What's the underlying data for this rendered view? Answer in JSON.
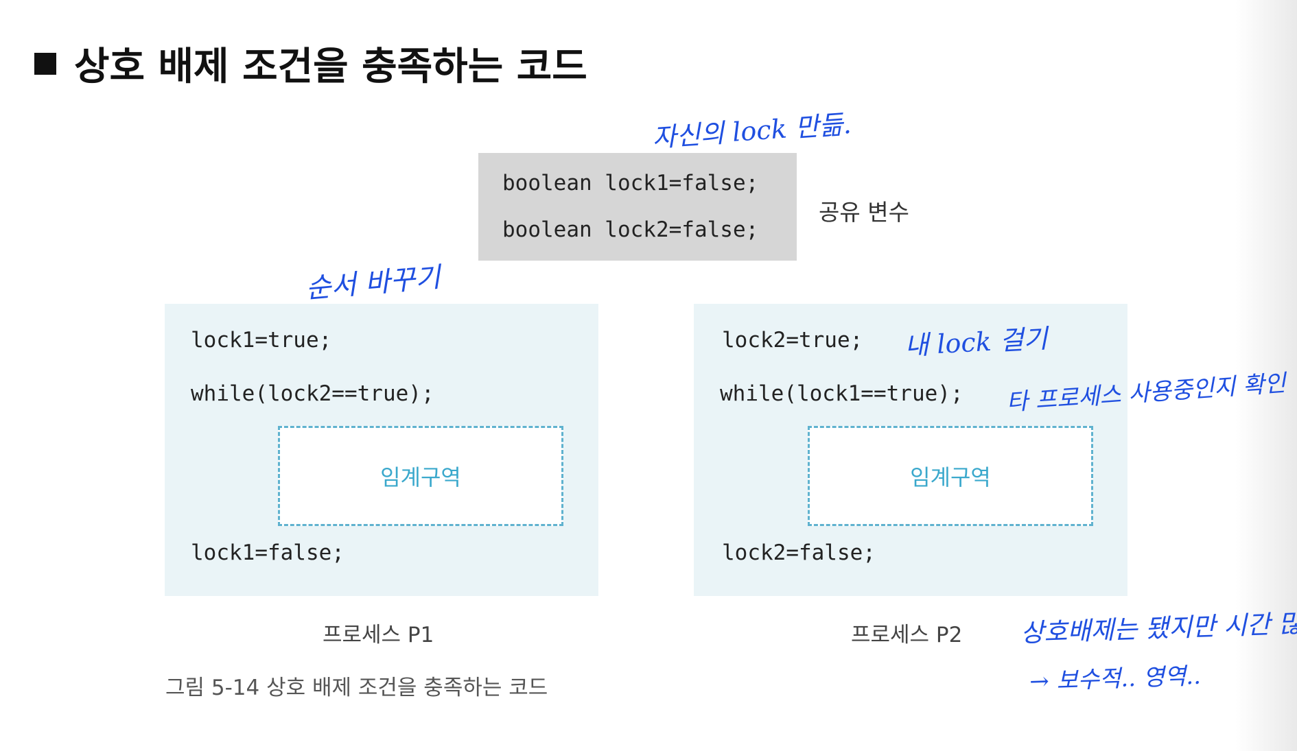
{
  "heading": "상호 배제 조건을 충족하는 코드",
  "shared": {
    "line1": "boolean lock1=false;",
    "line2": "boolean lock2=false;",
    "label": "공유 변수"
  },
  "p1": {
    "line1": "lock1=true;",
    "line2": "while(lock2==true);",
    "critical": "임계구역",
    "line3": "lock1=false;",
    "caption": "프로세스 P1"
  },
  "p2": {
    "line1": "lock2=true;",
    "line2": "while(lock1==true);",
    "critical": "임계구역",
    "line3": "lock2=false;",
    "caption": "프로세스 P2"
  },
  "figure_caption": "그림 5-14  상호 배제 조건을 충족하는 코드",
  "annotations": {
    "own_lock": "자신의 lock 만듦.",
    "swap_order": "순서 바꾸기",
    "my_lock": "내 lock 걸기",
    "check_other": "타 프로세스 사용중인지 확인",
    "mutex_note": "상호배제는 됐지만 시간 많음",
    "conservative": "→ 보수적.. 영역.."
  },
  "colors": {
    "shared_bg": "#d6d6d6",
    "process_bg": "#eaf4f7",
    "critical_border": "#5fb2cf",
    "critical_text": "#3aa8cc",
    "handwriting": "#1f4fe0"
  }
}
